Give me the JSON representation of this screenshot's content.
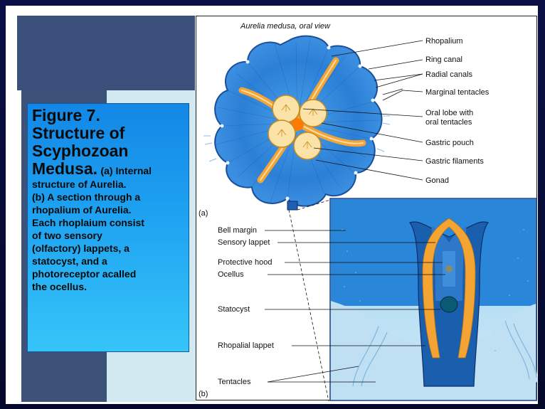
{
  "caption": {
    "figure_number": "Figure 7.",
    "title_lines": [
      "Structure of",
      "Scyphozoan",
      "Medusa."
    ],
    "part_a_intro": "(a) Internal",
    "part_a_rest": "structure of Aurelia.",
    "part_b_lines": [
      "(b) A section through a",
      "rhopalium of Aurelia.",
      "Each rhoplaium consist",
      "of two sensory",
      "(olfactory) lappets, a",
      "statocyst, and a",
      "photoreceptor acalled",
      "the ocellus."
    ]
  },
  "figure": {
    "title": "Aurelia medusa, oral view",
    "panel_a": "(a)",
    "panel_b": "(b)",
    "oral_view_labels": [
      "Rhopalium",
      "Ring canal",
      "Radial canals",
      "Marginal tentacles",
      "Oral lobe with",
      "oral tentacles",
      "Gastric pouch",
      "Gastric filaments",
      "Gonad"
    ],
    "section_labels": [
      "Bell margin",
      "Sensory lappet",
      "Protective hood",
      "Ocellus",
      "Statocyst",
      "Rhopalial lappet",
      "Tentacles"
    ]
  },
  "colors": {
    "background": "#0a0e3a",
    "caption_box": "#1ea2f1",
    "band": "#3a4f7a",
    "bell": "#2b7fd6",
    "oral_arms": "#f3a433",
    "gastric_pouch": "#fbe3a8"
  }
}
